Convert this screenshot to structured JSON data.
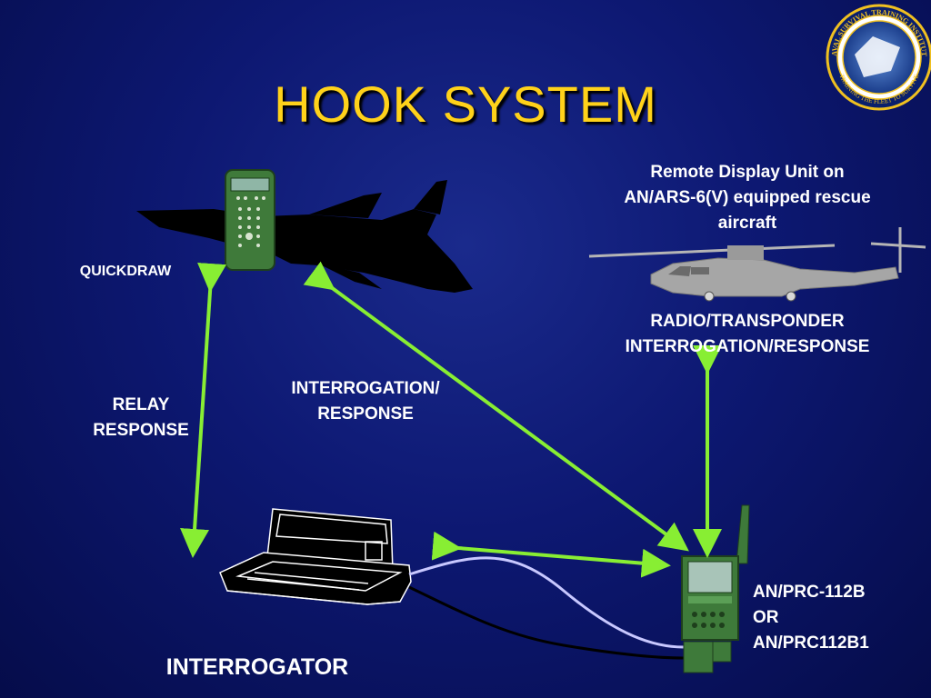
{
  "slide": {
    "title": "HOOK SYSTEM",
    "accent": "#ffd21a",
    "arrow_color": "#88ee33"
  },
  "labels": {
    "quickdraw": "QUICKDRAW",
    "rdu_line1": "Remote Display Unit on",
    "rdu_line2": "AN/ARS-6(V) equipped rescue",
    "rdu_line3": "aircraft",
    "radio_line1": "RADIO/TRANSPONDER",
    "radio_line2": "INTERROGATION/RESPONSE",
    "relay_line1": "RELAY",
    "relay_line2": "RESPONSE",
    "ir_line1": "INTERROGATION/",
    "ir_line2": "RESPONSE",
    "radio_model_line1": "AN/PRC-112B",
    "radio_model_line2": "OR",
    "radio_model_line3": "AN/PRC112B1",
    "interrogator": "INTERROGATOR"
  },
  "seal": {
    "text_top": "NAVAL SURVIVAL TRAINING INSTITUTE",
    "text_bottom": "TRAINING THE FLEET TO SURVIVE"
  },
  "icons": [
    "jet-silhouette-icon",
    "quickdraw-handheld-icon",
    "helicopter-icon",
    "laptop-interrogator-icon",
    "survival-radio-icon",
    "institute-seal-icon"
  ]
}
